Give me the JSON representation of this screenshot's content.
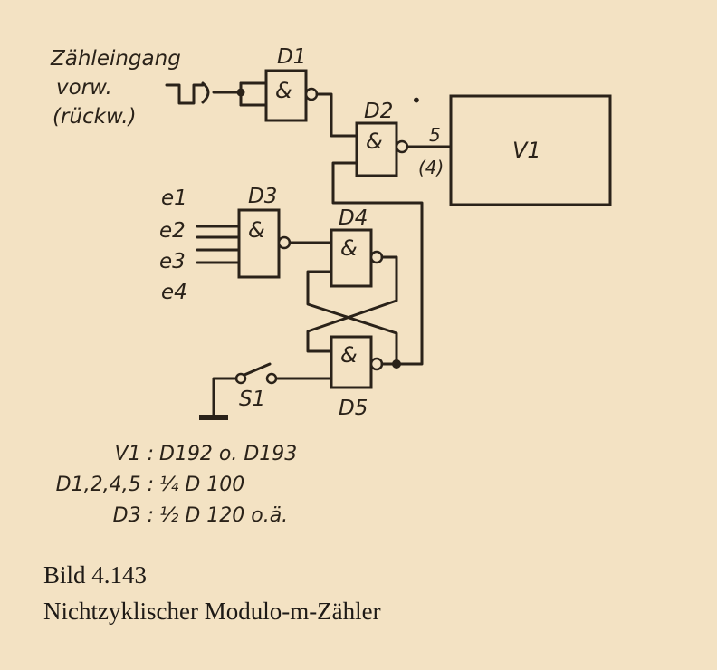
{
  "labels": {
    "input_line1": "Zähleingang",
    "input_line2": "vorw.",
    "input_line3": "(rückw.)",
    "d1": "D1",
    "d2": "D2",
    "d3": "D3",
    "d4": "D4",
    "d5": "D5",
    "v1": "V1",
    "s1": "S1",
    "pin_main": "5",
    "pin_alt": "(4)",
    "gate_symbol": "&",
    "e1": "e1",
    "e2": "e2",
    "e3": "e3",
    "e4": "e4"
  },
  "parts_list": [
    {
      "ref": "V1 :",
      "part": "D192 o. D193"
    },
    {
      "ref": "D1,2,4,5 :",
      "part": "¼ D 100"
    },
    {
      "ref": "D3 :",
      "part": "½ D 120 o.ä."
    }
  ],
  "caption": {
    "number": "Bild 4.143",
    "title": "Nichtzyklischer Modulo-m-Zähler"
  }
}
